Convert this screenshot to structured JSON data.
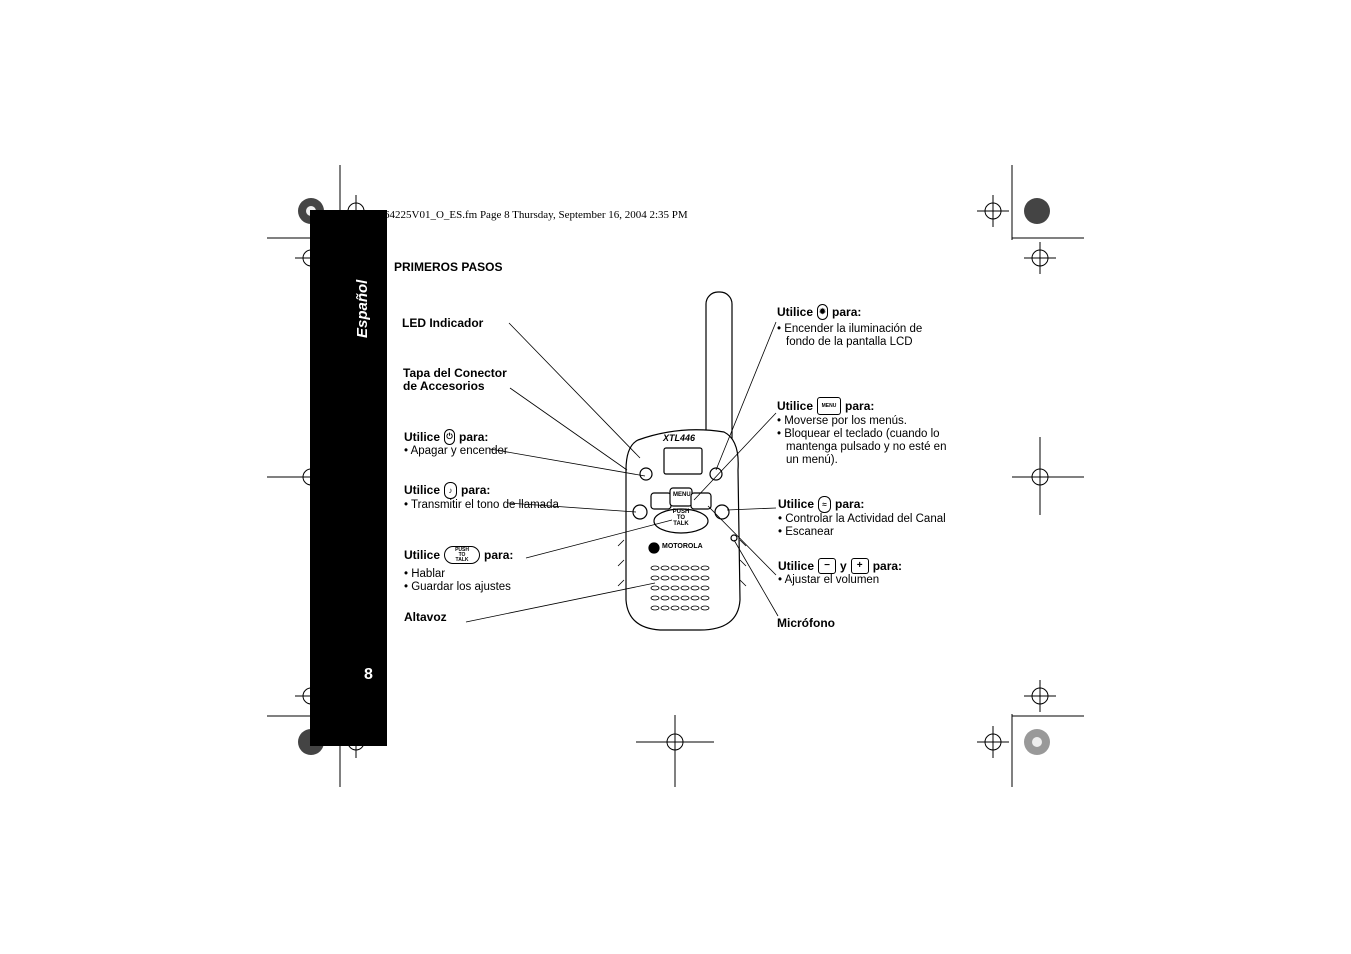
{
  "header": {
    "file_line": "64225V01_O_ES.fm  Page 8  Thursday, September 16, 2004  2:35 PM"
  },
  "sidebar": {
    "language": "Español",
    "page_number": "8"
  },
  "section_title": "PRIMEROS PASOS",
  "device": {
    "model": "XTL446",
    "brand": "MOTOROLA",
    "menu_key": "MENU",
    "ptt_line1": "PUSH",
    "ptt_line2": "TO",
    "ptt_line3": "TALK",
    "minus": "−",
    "plus": "+"
  },
  "left_labels": {
    "led": "LED Indicador",
    "connector_line1": "Tapa del Conector",
    "connector_line2": "de Accesorios",
    "power": {
      "utilice": "Utilice",
      "para": "para:",
      "bullet": "• Apagar y encender"
    },
    "call": {
      "utilice": "Utilice",
      "para": "para:",
      "bullet": "• Transmitir el tono de llamada"
    },
    "ptt": {
      "utilice": "Utilice",
      "para": "para:",
      "bullet1": "• Hablar",
      "bullet2": "• Guardar los ajustes"
    },
    "speaker": "Altavoz"
  },
  "right_labels": {
    "light": {
      "utilice": "Utilice",
      "para": "para:",
      "bullet_line1": "• Encender la iluminación de",
      "bullet_line2": "fondo de la pantalla LCD"
    },
    "menu": {
      "utilice": "Utilice",
      "para": "para:",
      "bullet1": "• Moverse por los menús.",
      "bullet2_line1": "• Bloquear el teclado (cuando lo",
      "bullet2_line2": "mantenga pulsado y no esté en",
      "bullet2_line3": "un menú)."
    },
    "monitor": {
      "utilice": "Utilice",
      "para": "para:",
      "bullet1": "• Controlar la Actividad del Canal",
      "bullet2": "• Escanear"
    },
    "volume": {
      "utilice": "Utilice",
      "y": "y",
      "para": "para:",
      "bullet": "• Ajustar el volumen"
    },
    "mic": "Micrófono"
  }
}
